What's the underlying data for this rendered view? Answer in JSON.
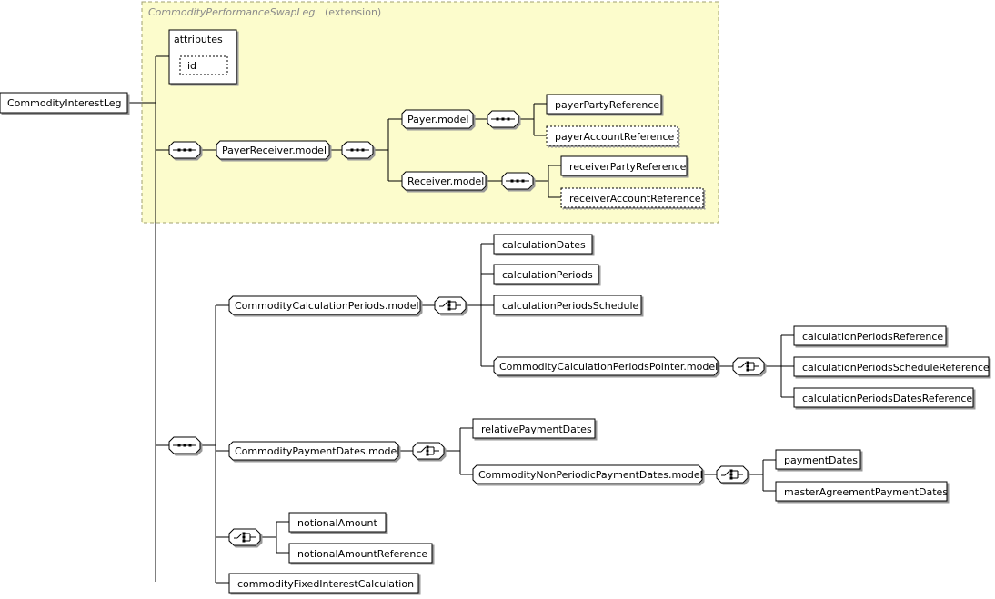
{
  "extension": {
    "base_type": "CommodityPerformanceSwapLeg",
    "suffix": "(extension)"
  },
  "root": {
    "label": "CommodityInterestLeg"
  },
  "attributes": {
    "title": "attributes",
    "items": [
      "id"
    ]
  },
  "groups": {
    "payer_receiver": "PayerReceiver.model",
    "payer": "Payer.model",
    "receiver": "Receiver.model",
    "calc_periods": "CommodityCalculationPeriods.model",
    "calc_pointer": "CommodityCalculationPeriodsPointer.model",
    "payment_dates": "CommodityPaymentDates.model",
    "nonperiodic": "CommodityNonPeriodicPaymentDates.model"
  },
  "elements": {
    "payer_party": "payerPartyReference",
    "payer_account": "payerAccountReference",
    "receiver_party": "receiverPartyReference",
    "receiver_account": "receiverAccountReference",
    "calculation_dates": "calculationDates",
    "calculation_periods": "calculationPeriods",
    "calculation_periods_schedule": "calculationPeriodsSchedule",
    "calc_periods_reference": "calculationPeriodsReference",
    "calc_periods_schedule_reference": "calculationPeriodsScheduleReference",
    "calc_periods_dates_reference": "calculationPeriodsDatesReference",
    "relative_payment_dates": "relativePaymentDates",
    "payment_dates": "paymentDates",
    "master_agreement_payment_dates": "masterAgreementPaymentDates",
    "notional_amount": "notionalAmount",
    "notional_amount_reference": "notionalAmountReference",
    "fixed_interest": "commodityFixedInterestCalculation"
  },
  "compositors": {
    "sequence_icon": "sequence-icon",
    "choice_icon": "choice-icon"
  }
}
